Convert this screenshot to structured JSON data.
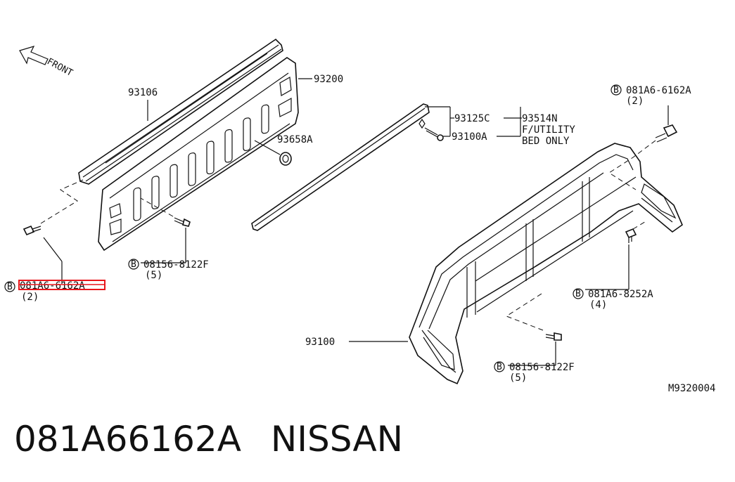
{
  "diagram": {
    "front_label": "FRONT",
    "labels": {
      "p93106": "93106",
      "p93200": "93200",
      "p93658a": "93658A",
      "p93125c": "93125C",
      "p93514n": "93514N",
      "p93100a": "93100A",
      "note1": "F/UTILITY",
      "note2": "BED ONLY",
      "p93100": "93100",
      "bolt_left": "081A6-6162A",
      "bolt_left_qty": "(2)",
      "bolt_mid": "08156-8122F",
      "bolt_mid_qty": "(5)",
      "bolt_top_right": "081A6-6162A",
      "bolt_top_right_qty": "(2)",
      "bolt_right": "081A6-8252A",
      "bolt_right_qty": "(4)",
      "bolt_bottom": "08156-8122F",
      "bolt_bottom_qty": "(5)",
      "b_mark": "B",
      "ref_code": "M9320004"
    },
    "highlight_color": "#e8161b"
  },
  "caption": {
    "part_number": "081A66162A",
    "brand": "NISSAN"
  }
}
